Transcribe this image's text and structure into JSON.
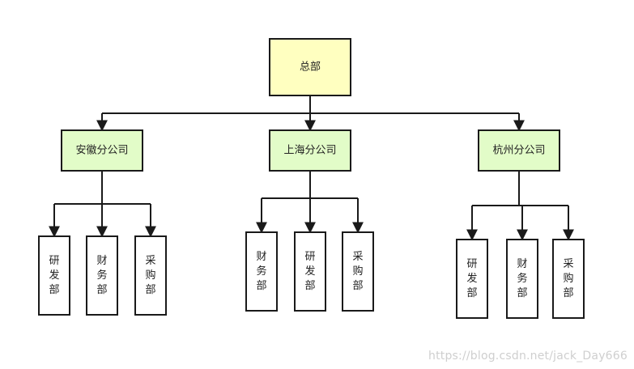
{
  "root": {
    "label": "总部",
    "fill": "#ffffc0"
  },
  "branches": [
    {
      "label": "安徽分公司",
      "fill": "#e2fcc8",
      "departments": [
        "研发部",
        "财务部",
        "采购部"
      ]
    },
    {
      "label": "上海分公司",
      "fill": "#e2fcc8",
      "departments": [
        "财务部",
        "研发部",
        "采购部"
      ]
    },
    {
      "label": "杭州分公司",
      "fill": "#e2fcc8",
      "departments": [
        "研发部",
        "财务部",
        "采购部"
      ]
    }
  ],
  "watermark": "https://blog.csdn.net/jack_Day666",
  "colors": {
    "stroke": "#1a1a1a",
    "department_fill": "#ffffff"
  }
}
